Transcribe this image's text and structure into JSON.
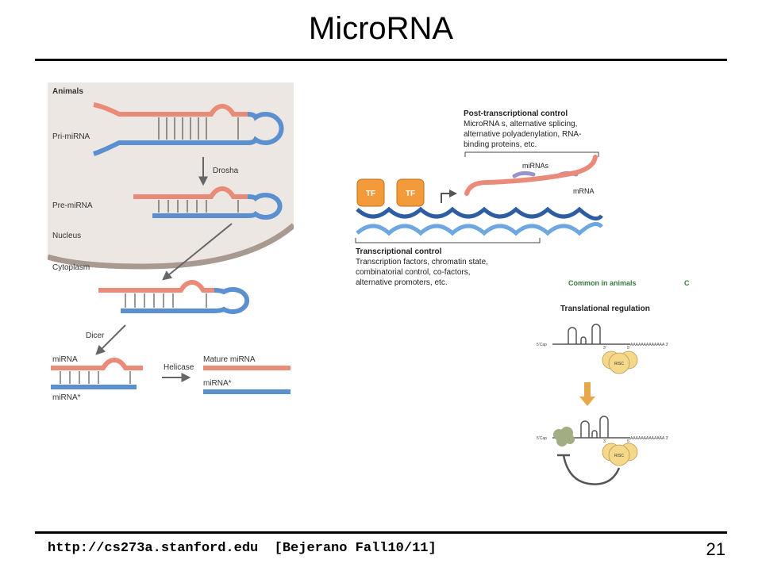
{
  "slide": {
    "title": "MicroRNA",
    "footer": "http://cs273a.stanford.edu  [Bejerano Fall10/11]",
    "page_number": "21"
  },
  "biogenesis": {
    "animals": "Animals",
    "pri": "Pri-miRNA",
    "drosha": "Drosha",
    "pre": "Pre-miRNA",
    "nucleus": "Nucleus",
    "cytoplasm": "Cytoplasm",
    "dicer": "Dicer",
    "mirna": "miRNA",
    "mirna_star": "miRNA*",
    "helicase": "Helicase",
    "mature": "Mature miRNA",
    "mature_star": "miRNA*"
  },
  "regulation": {
    "post_title": "Post-transcriptional control",
    "post_l1": "MicroRNA s, alternative splicing,",
    "post_l2": "alternative polyadenylation, RNA-",
    "post_l3": "binding proteins, etc.",
    "mirnas": "miRNAs",
    "mrna": "mRNA",
    "tf": "TF",
    "trans_title": "Transcriptional control",
    "trans_l1": "Transcription factors, chromatin state,",
    "trans_l2": "combinatorial control, co-factors,",
    "trans_l3": "alternative promoters, etc."
  },
  "translation": {
    "common": "Common in animals",
    "c_label": "C",
    "heading": "Translational regulation",
    "cap": "5'Cap",
    "polya": "AAAAAAAAAAAAA 3'",
    "three": "3'",
    "five": "5'",
    "risc": "RISC"
  },
  "colors": {
    "red_strand": "#e98b78",
    "blue_strand": "#5b8fd0",
    "nucleus_bg": "#ece7e3",
    "tf_orange": "#f39a3a",
    "risc_yellow": "#f6d88a",
    "arrow_orange": "#e6a84a"
  }
}
